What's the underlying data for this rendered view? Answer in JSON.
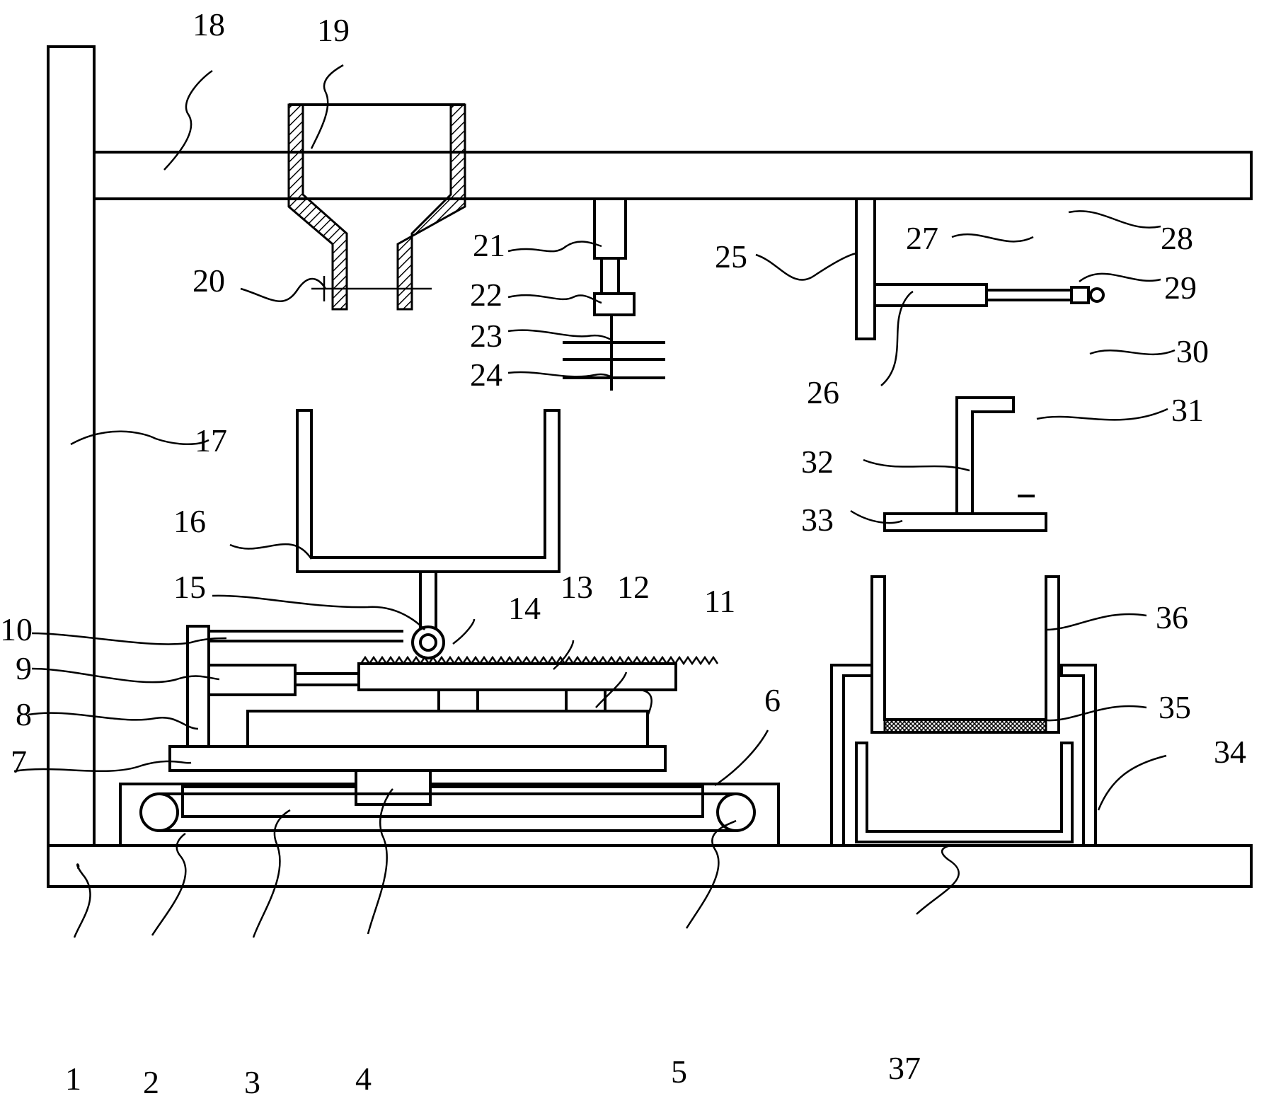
{
  "diagram": {
    "labels": [
      {
        "id": "1",
        "text": "1"
      },
      {
        "id": "2",
        "text": "2"
      },
      {
        "id": "3",
        "text": "3"
      },
      {
        "id": "4",
        "text": "4"
      },
      {
        "id": "5",
        "text": "5"
      },
      {
        "id": "6",
        "text": "6"
      },
      {
        "id": "7",
        "text": "7"
      },
      {
        "id": "8",
        "text": "8"
      },
      {
        "id": "9",
        "text": "9"
      },
      {
        "id": "10",
        "text": "10"
      },
      {
        "id": "11",
        "text": "11"
      },
      {
        "id": "12",
        "text": "12"
      },
      {
        "id": "13",
        "text": "13"
      },
      {
        "id": "14",
        "text": "14"
      },
      {
        "id": "15",
        "text": "15"
      },
      {
        "id": "16",
        "text": "16"
      },
      {
        "id": "17",
        "text": "17"
      },
      {
        "id": "18",
        "text": "18"
      },
      {
        "id": "19",
        "text": "19"
      },
      {
        "id": "20",
        "text": "20"
      },
      {
        "id": "21",
        "text": "21"
      },
      {
        "id": "22",
        "text": "22"
      },
      {
        "id": "23",
        "text": "23"
      },
      {
        "id": "24",
        "text": "24"
      },
      {
        "id": "25",
        "text": "25"
      },
      {
        "id": "26",
        "text": "26"
      },
      {
        "id": "27",
        "text": "27"
      },
      {
        "id": "28",
        "text": "28"
      },
      {
        "id": "29",
        "text": "29"
      },
      {
        "id": "30",
        "text": "30"
      },
      {
        "id": "31",
        "text": "31"
      },
      {
        "id": "32",
        "text": "32"
      },
      {
        "id": "33",
        "text": "33"
      },
      {
        "id": "34",
        "text": "34"
      },
      {
        "id": "35",
        "text": "35"
      },
      {
        "id": "36",
        "text": "36"
      },
      {
        "id": "37",
        "text": "37"
      }
    ]
  }
}
